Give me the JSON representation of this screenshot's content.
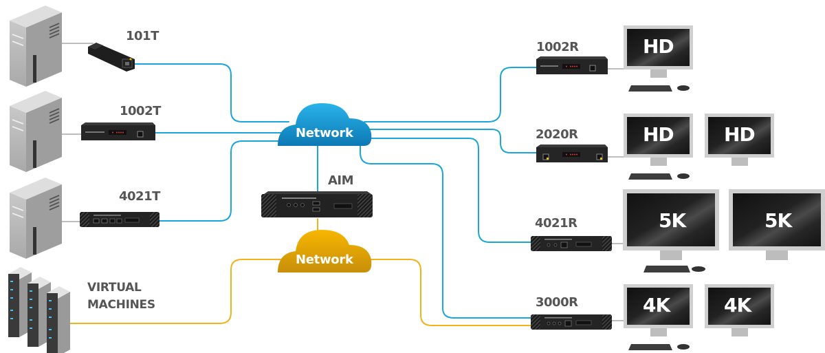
{
  "diagram": {
    "title": "Infinity KVM network topology",
    "colors": {
      "primary_network": "#1aa5dc",
      "secondary_network": "#f2b21b",
      "local_cable": "#bbbbbb",
      "label_text": "#555555"
    },
    "networks": [
      {
        "id": "primary",
        "label": "Network",
        "color": "#1a9ad6"
      },
      {
        "id": "secondary",
        "label": "Network",
        "color": "#e6a800"
      }
    ],
    "manager": {
      "label": "AIM"
    },
    "sources": [
      {
        "id": "101T",
        "label": "101T",
        "host": "workstation"
      },
      {
        "id": "1002T",
        "label": "1002T",
        "host": "workstation"
      },
      {
        "id": "4021T",
        "label": "4021T",
        "host": "workstation"
      },
      {
        "id": "vm",
        "label_line1": "VIRTUAL",
        "label_line2": "MACHINES",
        "host": "server-rack"
      }
    ],
    "receivers": [
      {
        "id": "1002R",
        "label": "1002R",
        "displays": [
          "HD"
        ],
        "peripherals": true
      },
      {
        "id": "2020R",
        "label": "2020R",
        "displays": [
          "HD",
          "HD"
        ],
        "peripherals": true
      },
      {
        "id": "4021R",
        "label": "4021R",
        "displays": [
          "5K",
          "5K"
        ],
        "peripherals": true
      },
      {
        "id": "3000R",
        "label": "3000R",
        "displays": [
          "4K",
          "4K"
        ],
        "peripherals": true
      }
    ]
  }
}
